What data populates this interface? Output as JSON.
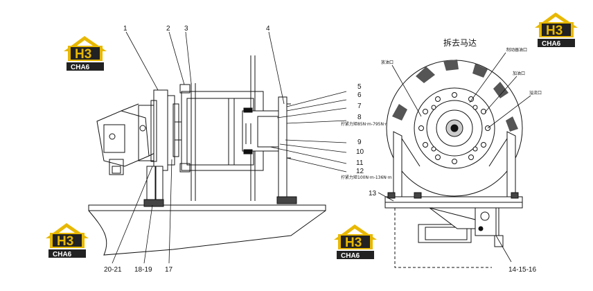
{
  "callouts": {
    "c1": "1",
    "c2": "2",
    "c3": "3",
    "c4": "4",
    "c5": "5",
    "c6": "6",
    "c7": "7",
    "c8": "8",
    "c9": "9",
    "c10": "10",
    "c11": "11",
    "c12": "12",
    "c13": "13",
    "c14": "14-15-16",
    "c17": "17",
    "c18": "18-19",
    "c20": "20-21"
  },
  "notes": {
    "torque1": "拧紧力矩85N·m-795N·m",
    "torque2": "拧紧力矩100N·m-136N·m",
    "remove_motor": "拆去马达",
    "drain_port": "制动器油口",
    "inlet_port": "加油口",
    "overflow_port": "溢流口",
    "oil_level_port": "放油口"
  },
  "logo": {
    "mark": "H3",
    "name": "CHA6"
  },
  "colors": {
    "gold": "#e8b800",
    "dark": "#222222",
    "line": "#111111"
  }
}
